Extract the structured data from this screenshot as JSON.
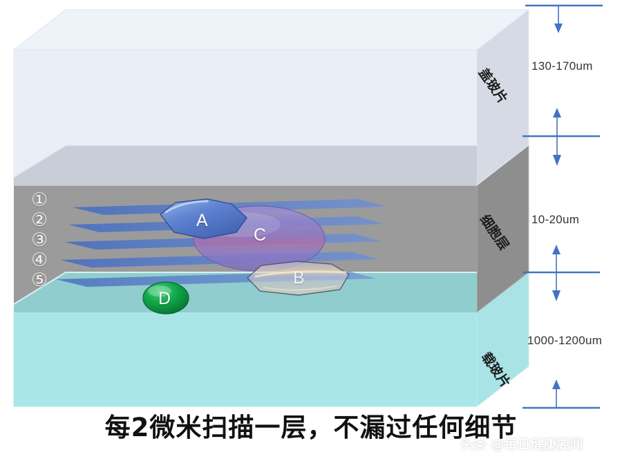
{
  "diagram": {
    "title_caption": "每2微米扫描一层，不漏过任何细节",
    "watermark": "头条 @每日健康要闻",
    "layers": [
      {
        "id": "cover-glass",
        "side_label": "盖玻片",
        "thickness_label": "130-170um",
        "top_color": "#e9eef6",
        "front_color": "#eaeff7",
        "side_color": "#d4dae6"
      },
      {
        "id": "cell-layer",
        "side_label": "细胞层",
        "thickness_label": "10-20um",
        "top_color": "#c6cbd6",
        "front_color": "#9b9b9b",
        "side_color": "#8f8f8f"
      },
      {
        "id": "slide-glass",
        "side_label": "载玻片",
        "thickness_label": "1000-1200um",
        "top_color": "#8fd0d2",
        "front_color": "#a8e6e8",
        "side_color": "#6cbfc2"
      }
    ],
    "scan_planes": [
      {
        "number": "①"
      },
      {
        "number": "②"
      },
      {
        "number": "③"
      },
      {
        "number": "④"
      },
      {
        "number": "⑤"
      }
    ],
    "cells": [
      {
        "label": "A",
        "color": "#5d7fc8",
        "shape": "octagon"
      },
      {
        "label": "B",
        "color": "#b9bcd0",
        "shape": "octagon"
      },
      {
        "label": "C",
        "color": "#8a77c4",
        "shape": "ellipse"
      },
      {
        "label": "D",
        "color": "#16a34a",
        "shape": "ellipse"
      }
    ],
    "dimension_arrow_color": "#4472c4"
  }
}
